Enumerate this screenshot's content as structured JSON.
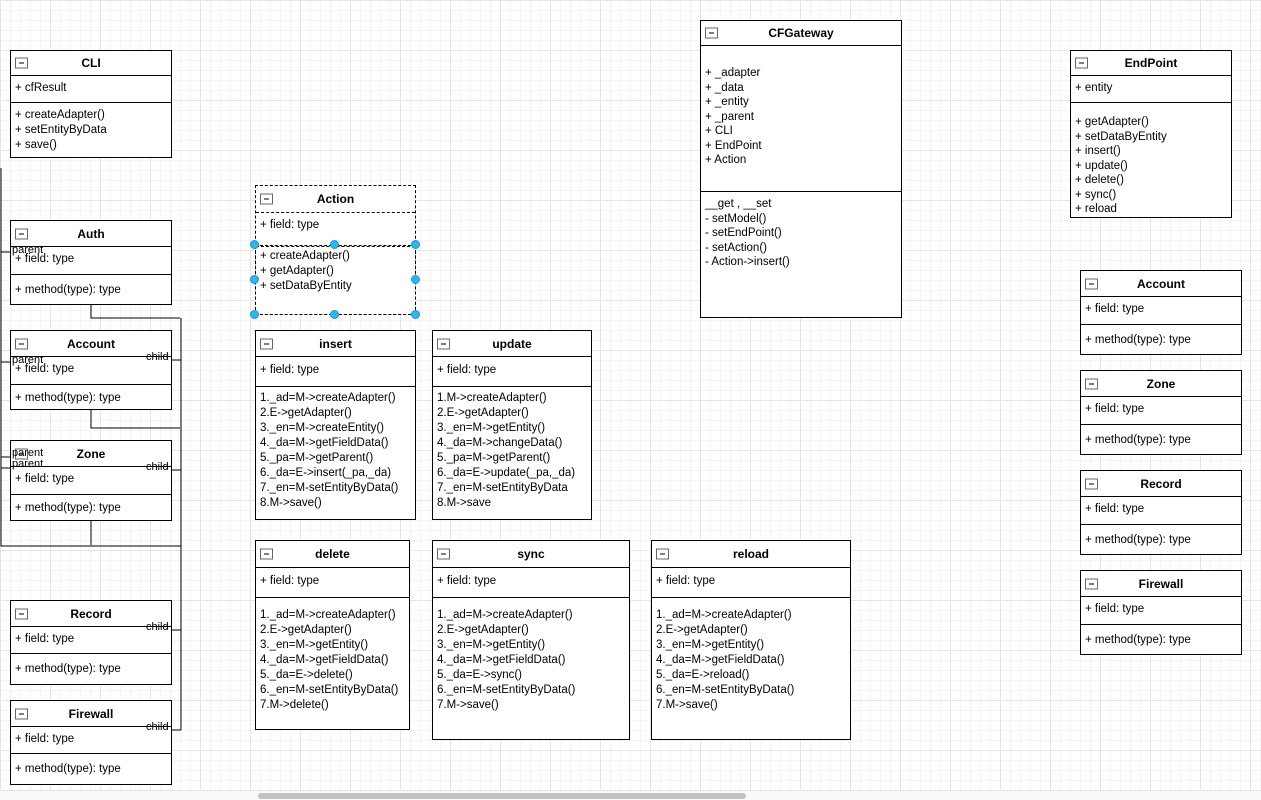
{
  "colors": {
    "selection_handle": "#29b6f2",
    "box_background": "#ffffff",
    "box_border": "#000000",
    "grid_minor": "#f4f4f4",
    "grid_major": "#e5e5e5"
  },
  "edge_labels": {
    "auth_parent": "parent",
    "account_parent": "parent",
    "account_child": "child",
    "zone_parent_top": "parent",
    "zone_parent_bottom": "parent",
    "zone_child": "child",
    "record_child": "child",
    "firewall_child": "child"
  },
  "classes": {
    "cli": {
      "title": "CLI",
      "fields": [
        "+ cfResult"
      ],
      "methods": [
        "+ createAdapter()",
        "+ setEntityByData",
        "+ save()"
      ]
    },
    "auth": {
      "title": "Auth",
      "fields": [
        "+ field: type"
      ],
      "methods": [
        "+ method(type): type"
      ]
    },
    "account_left": {
      "title": "Account",
      "fields": [
        "+ field: type"
      ],
      "methods": [
        "+ method(type): type"
      ]
    },
    "zone_left": {
      "title": "Zone",
      "fields": [
        "+ field: type"
      ],
      "methods": [
        "+ method(type): type"
      ]
    },
    "record_left": {
      "title": "Record",
      "fields": [
        "+ field: type"
      ],
      "methods": [
        "+ method(type): type"
      ]
    },
    "firewall_left": {
      "title": "Firewall",
      "fields": [
        "+ field: type"
      ],
      "methods": [
        "+ method(type): type"
      ]
    },
    "action": {
      "title": "Action",
      "fields": [
        "+ field: type"
      ],
      "methods": [
        "+ createAdapter()",
        "+ getAdapter()",
        "+ setDataByEntity"
      ]
    },
    "insert": {
      "title": "insert",
      "fields": [
        "+ field: type"
      ],
      "methods": [
        "1._ad=M->createAdapter()",
        "2.E->getAdapter()",
        "3._en=M->createEntity()",
        "4._da=M->getFieldData()",
        "5._pa=M->getParent()",
        "6._da=E->insert(_pa,_da)",
        "7._en=M-setEntityByData()",
        "8.M->save()"
      ]
    },
    "update": {
      "title": "update",
      "fields": [
        "+ field: type"
      ],
      "methods": [
        "1.M->createAdapter()",
        "2.E->getAdapter()",
        "3._en=M->getEntity()",
        "4._da=M->changeData()",
        "5._pa=M->getParent()",
        "6._da=E->update(_pa,_da)",
        "7._en=M-setEntityByData",
        "8.M->save"
      ]
    },
    "delete": {
      "title": "delete",
      "fields": [
        "+ field: type"
      ],
      "methods": [
        "1._ad=M->createAdapter()",
        "2.E->getAdapter()",
        "3._en=M->getEntity()",
        "4._da=M->getFieldData()",
        "5._da=E->delete()",
        "6._en=M-setEntityByData()",
        "7.M->delete()"
      ]
    },
    "sync": {
      "title": "sync",
      "fields": [
        "+ field: type"
      ],
      "methods": [
        "1._ad=M->createAdapter()",
        "2.E->getAdapter()",
        "3._en=M->getEntity()",
        "4._da=M->getFieldData()",
        "5._da=E->sync()",
        "6._en=M-setEntityByData()",
        "7.M->save()"
      ]
    },
    "reload": {
      "title": "reload",
      "fields": [
        "+ field: type"
      ],
      "methods": [
        "1._ad=M->createAdapter()",
        "2.E->getAdapter()",
        "3._en=M->getEntity()",
        "4._da=M->getFieldData()",
        "5._da=E->reload()",
        "6._en=M-setEntityByData()",
        "7.M->save()"
      ]
    },
    "cfgateway": {
      "title": "CFGateway",
      "fields": [
        "+ _adapter",
        "+ _data",
        "+ _entity",
        "+ _parent",
        "+ CLI",
        "+ EndPoint",
        "+ Action"
      ],
      "methods": [
        "__get , __set",
        "- setModel()",
        "- setEndPoint()",
        "- setAction()",
        "- Action->insert()"
      ]
    },
    "endpoint": {
      "title": "EndPoint",
      "fields": [
        "+ entity"
      ],
      "methods": [
        "+ getAdapter()",
        "+ setDataByEntity",
        "+ insert()",
        "+ update()",
        "+ delete()",
        "+ sync()",
        "+ reload"
      ]
    },
    "account_right": {
      "title": "Account",
      "fields": [
        "+ field: type"
      ],
      "methods": [
        "+ method(type): type"
      ]
    },
    "zone_right": {
      "title": "Zone",
      "fields": [
        "+ field: type"
      ],
      "methods": [
        "+ method(type): type"
      ]
    },
    "record_right": {
      "title": "Record",
      "fields": [
        "+ field: type"
      ],
      "methods": [
        "+ method(type): type"
      ]
    },
    "firewall_right": {
      "title": "Firewall",
      "fields": [
        "+ field: type"
      ],
      "methods": [
        "+ method(type): type"
      ]
    }
  }
}
